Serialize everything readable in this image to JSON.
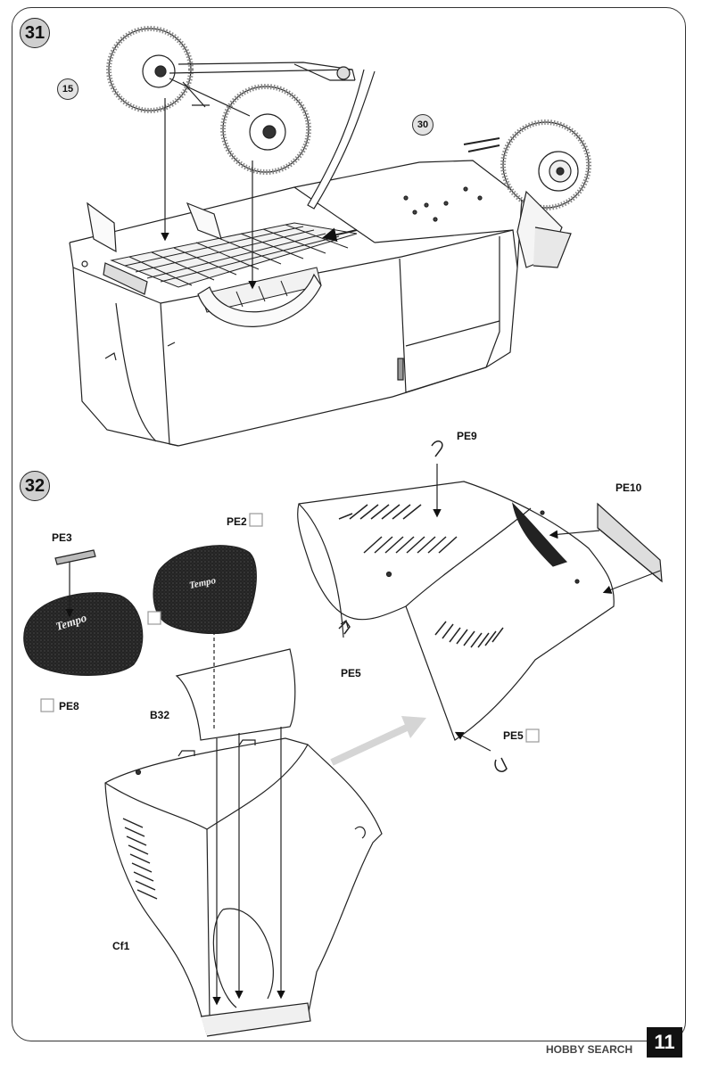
{
  "page_number": "11",
  "watermark": "HOBBY SEARCH",
  "watermark_sub": "© HOBBY SEARCH",
  "steps": {
    "s31": {
      "number": "31",
      "callouts": {
        "c15": "15",
        "c30": "30"
      }
    },
    "s32": {
      "number": "32",
      "labels": {
        "pe3": "PE3",
        "pe2": "PE2",
        "pe8": "PE8",
        "pe9": "PE9",
        "pe10": "PE10",
        "pe5a": "PE5",
        "pe5b": "PE5",
        "b32": "B32",
        "cf1": "Cf1"
      },
      "emblem_text": "Tempo"
    }
  }
}
